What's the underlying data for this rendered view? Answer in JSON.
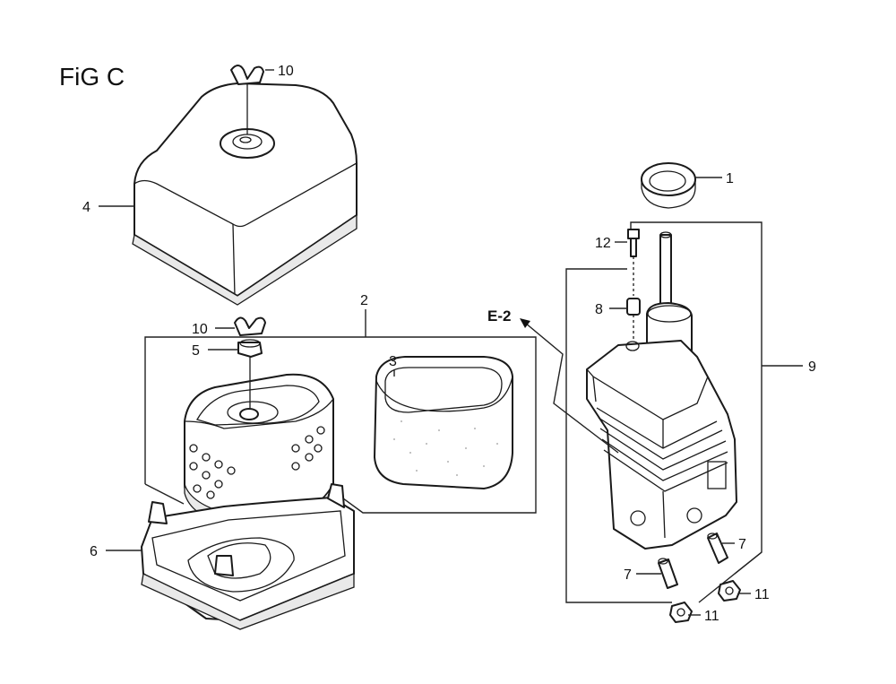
{
  "title": "FiG C",
  "ref": "E-2",
  "callouts": [
    {
      "id": "c1",
      "num": "1"
    },
    {
      "id": "c2",
      "num": "2"
    },
    {
      "id": "c3",
      "num": "3"
    },
    {
      "id": "c4",
      "num": "4"
    },
    {
      "id": "c5",
      "num": "5"
    },
    {
      "id": "c6",
      "num": "6"
    },
    {
      "id": "c7a",
      "num": "7"
    },
    {
      "id": "c7b",
      "num": "7"
    },
    {
      "id": "c8",
      "num": "8"
    },
    {
      "id": "c9",
      "num": "9"
    },
    {
      "id": "c10a",
      "num": "10"
    },
    {
      "id": "c10b",
      "num": "10"
    },
    {
      "id": "c11a",
      "num": "11"
    },
    {
      "id": "c11b",
      "num": "11"
    },
    {
      "id": "c12",
      "num": "12"
    }
  ]
}
